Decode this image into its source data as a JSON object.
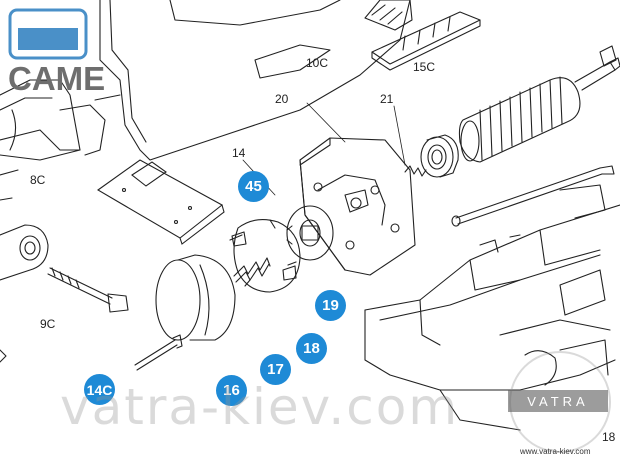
{
  "brand": {
    "name": "CAME",
    "accent": "#1e8ad6",
    "logo_color": "#4a90c8"
  },
  "part_labels": {
    "p10c": "10C",
    "p15c": "15C",
    "p20": "20",
    "p21": "21",
    "p14": "14",
    "p8c": "8C",
    "p9c": "9C",
    "p18b": "18"
  },
  "badges": {
    "b45": "45",
    "b19": "19",
    "b18": "18",
    "b17": "17",
    "b16": "16",
    "b14c": "14C"
  },
  "watermark": {
    "text": "vatra-kiev.com",
    "box": "VATRA",
    "url": "www.vatra-kiev.com"
  }
}
